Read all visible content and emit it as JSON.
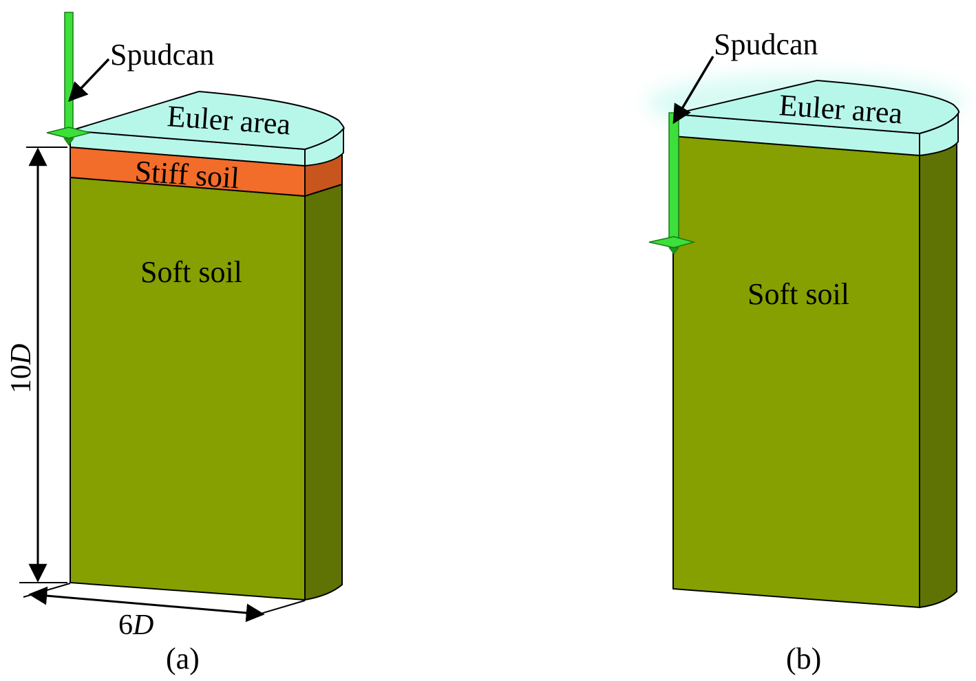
{
  "panel_a": {
    "caption": "(a)",
    "labels": {
      "spudcan": "Spudcan",
      "euler": "Euler area",
      "stiff": "Stiff soil",
      "soft": "Soft soil"
    },
    "dimensions": {
      "height": "10",
      "width": "6",
      "unit_symbol": "D"
    }
  },
  "panel_b": {
    "caption": "(b)",
    "labels": {
      "spudcan": "Spudcan",
      "euler": "Euler area",
      "soft": "Soft soil"
    }
  },
  "colors": {
    "euler": "#b7f7ea",
    "stiff_front": "#f26c2a",
    "stiff_side": "#c8551d",
    "soft_front": "#85a000",
    "soft_side": "#5f7304",
    "spudcan": "#3ddf3a",
    "spudcan_dark": "#1a9a1a",
    "outline": "#000000"
  }
}
